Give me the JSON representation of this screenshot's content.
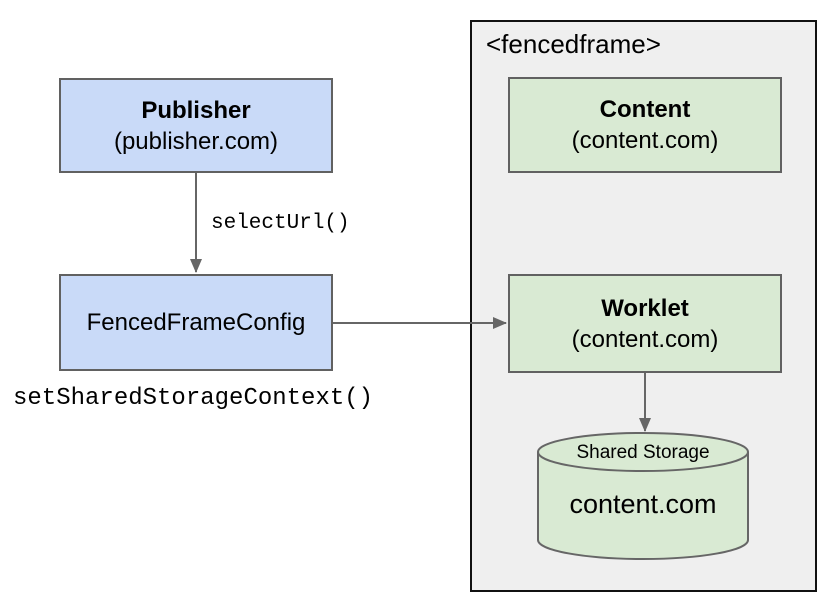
{
  "diagram": {
    "publisher": {
      "title": "Publisher",
      "subtitle": "(publisher.com)"
    },
    "config": {
      "title": "FencedFrameConfig"
    },
    "labels": {
      "select_url": "selectUrl()",
      "set_shared_storage_context": "setSharedStorageContext()"
    },
    "frame": {
      "tag": "<fencedframe>",
      "content": {
        "title": "Content",
        "subtitle": "(content.com)"
      },
      "worklet": {
        "title": "Worklet",
        "subtitle": "(content.com)"
      }
    },
    "storage": {
      "title": "Shared Storage",
      "domain": "content.com"
    },
    "colors": {
      "publisher_box_fill": "#c9daf8",
      "content_box_fill": "#d9ead3",
      "frame_fill": "#efefef",
      "box_border": "#616161",
      "frame_border": "#111111",
      "arrow": "#666666",
      "text": "#000000",
      "background": "#ffffff"
    }
  }
}
